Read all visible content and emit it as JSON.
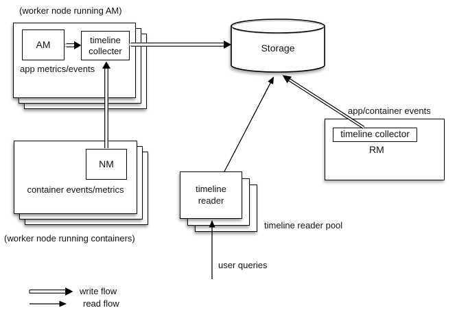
{
  "diagram": {
    "title_context": "YARN timeline service architecture diagram",
    "labels": {
      "worker_am": "(worker node running AM)",
      "app_metrics": "app metrics/events",
      "container_metrics": "container events/metrics",
      "worker_containers": "(worker node running containers)",
      "app_container_events": "app/container events",
      "reader_pool": "timeline reader pool",
      "user_queries": "user queries"
    },
    "nodes": {
      "am": "AM",
      "collector_worker": "timeline collecter",
      "nm": "NM",
      "storage": "Storage",
      "collector_rm": "timeline collector",
      "rm": "RM",
      "reader": "timeline reader"
    },
    "legend": {
      "write": "write flow",
      "read": "read flow"
    },
    "colors": {
      "line": "#000000",
      "background": "#ffffff",
      "text": "#111111"
    }
  }
}
